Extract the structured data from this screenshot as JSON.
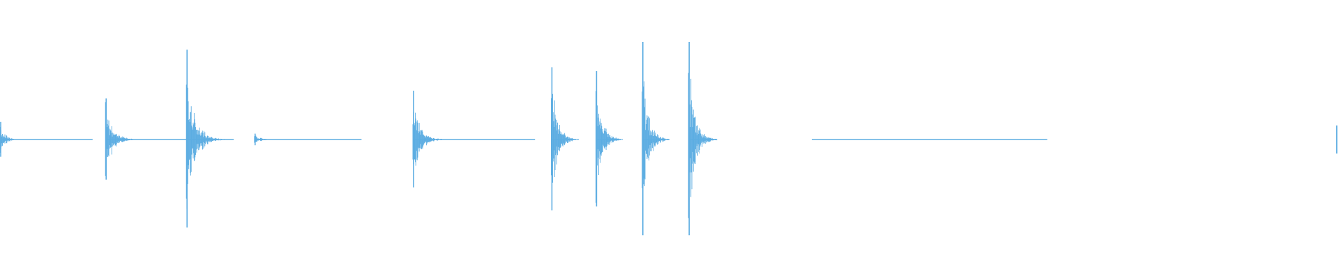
{
  "waveform": {
    "color": "#5dade2",
    "background": "#ffffff",
    "duration_s": 24,
    "amplitude_max": 1.0,
    "transients": [
      {
        "t": 0.0,
        "peak": 0.18,
        "decay": 0.25,
        "tail_end": 1.66
      },
      {
        "t": 1.89,
        "peak": 0.42,
        "decay": 0.35,
        "tail_end": 3.69
      },
      {
        "t": 3.34,
        "peak": 0.92,
        "decay": 0.4,
        "tail_end": 4.19
      },
      {
        "t": 4.56,
        "peak": 0.06,
        "decay": 0.3,
        "tail_end": 6.48
      },
      {
        "t": 7.4,
        "peak": 0.5,
        "decay": 0.35,
        "tail_end": 9.59
      },
      {
        "t": 9.88,
        "peak": 0.74,
        "decay": 0.3,
        "tail_end": 10.33
      },
      {
        "t": 10.68,
        "peak": 0.7,
        "decay": 0.3,
        "tail_end": 11.11
      },
      {
        "t": 11.51,
        "peak": 1.0,
        "decay": 0.28,
        "tail_end": 12.0
      },
      {
        "t": 12.34,
        "peak": 1.0,
        "decay": 0.3,
        "tail_end": 12.84
      }
    ],
    "flat_segments": [
      {
        "start": 14.55,
        "end": 18.77
      }
    ],
    "end_marker": {
      "t": 23.96,
      "peak": 0.16
    }
  }
}
